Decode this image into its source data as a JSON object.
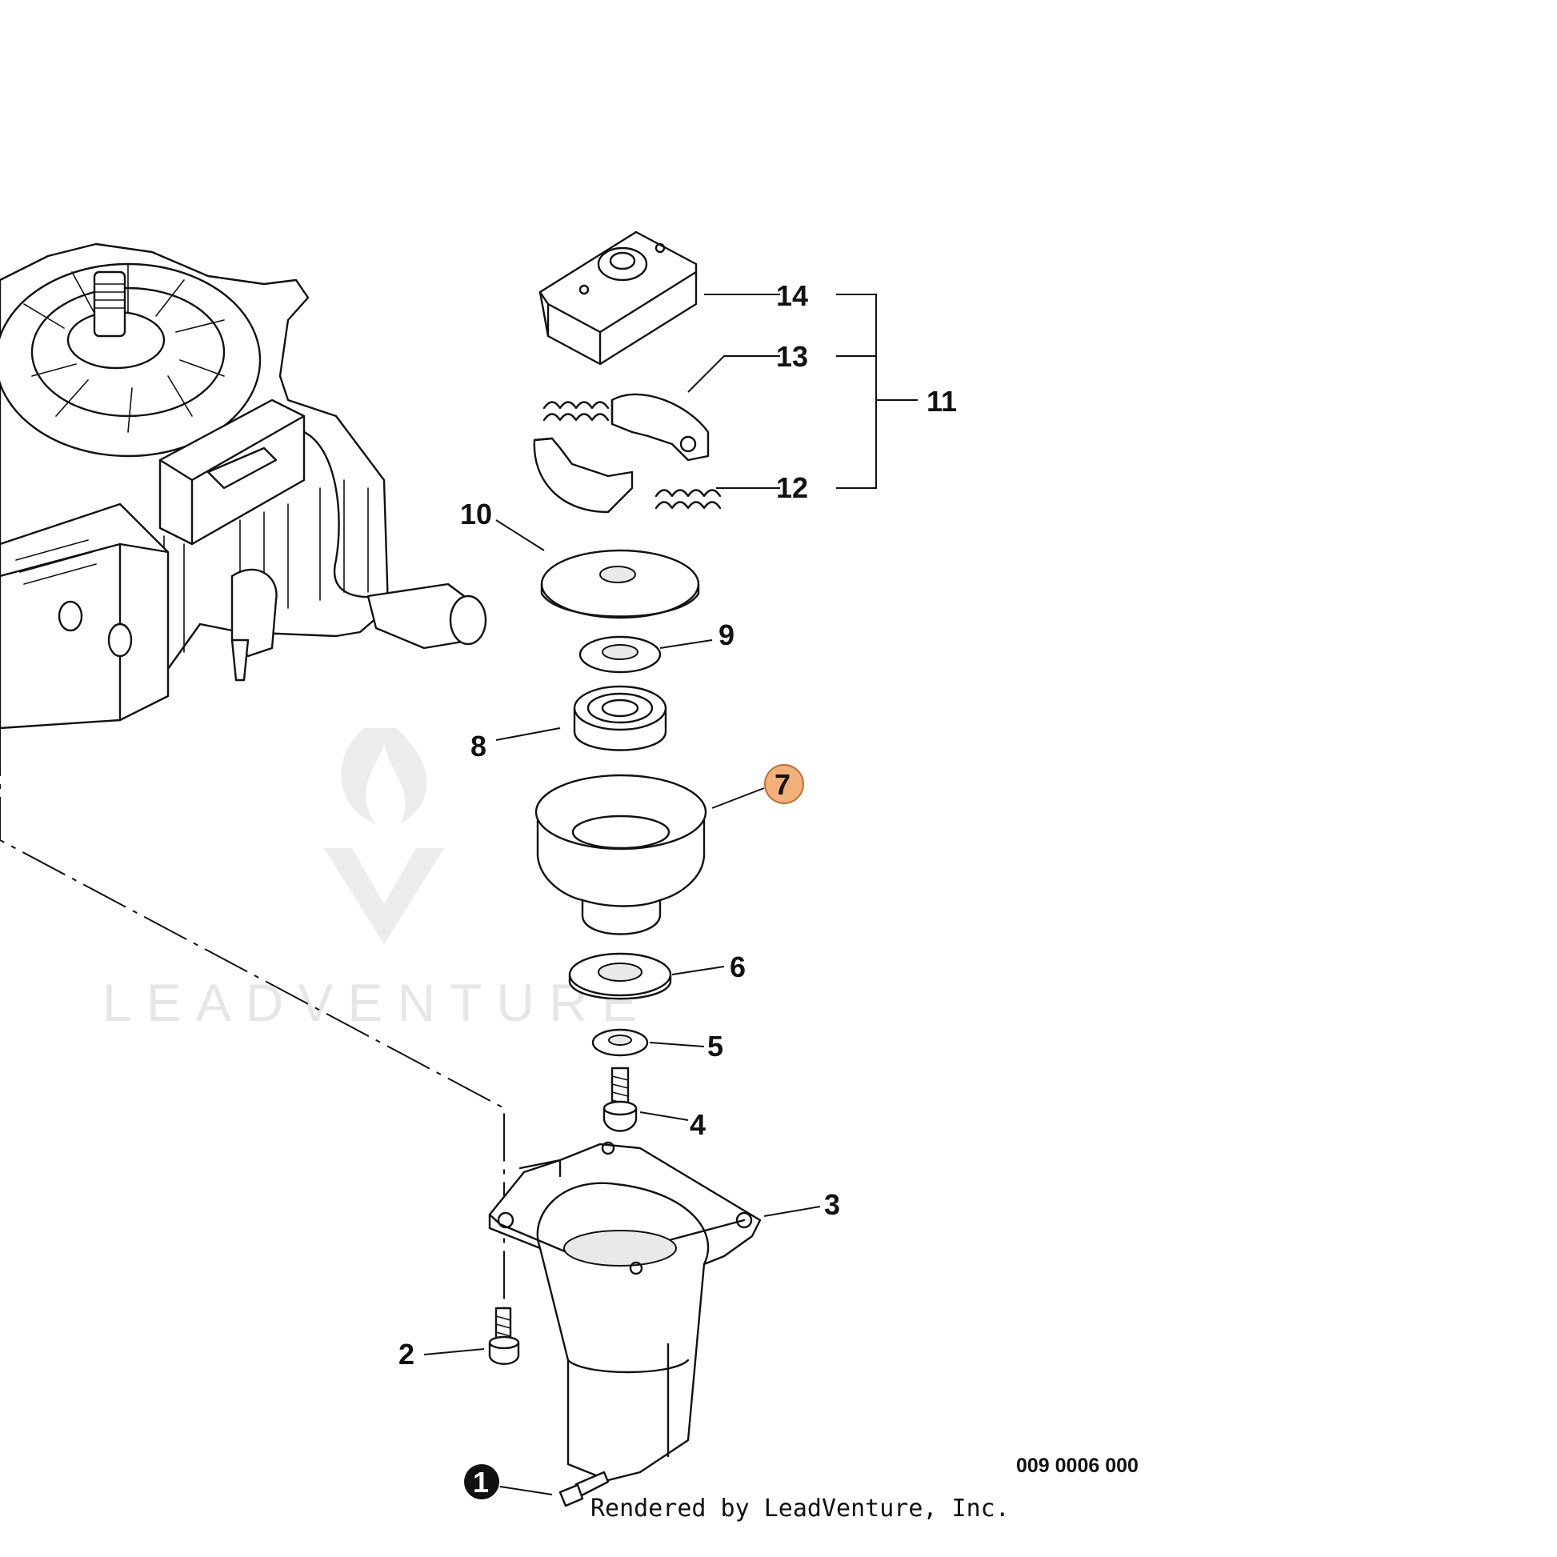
{
  "callouts": {
    "c1": "1",
    "c2": "2",
    "c3": "3",
    "c4": "4",
    "c5": "5",
    "c6": "6",
    "c7": "7",
    "c8": "8",
    "c9": "9",
    "c10": "10",
    "c11": "11",
    "c12": "12",
    "c13": "13",
    "c14": "14"
  },
  "highlight_color": "#f2b07a",
  "diagram_code": "009 0006 000",
  "credit": "Rendered by LeadVenture, Inc.",
  "watermark": "LEADVENTURE"
}
